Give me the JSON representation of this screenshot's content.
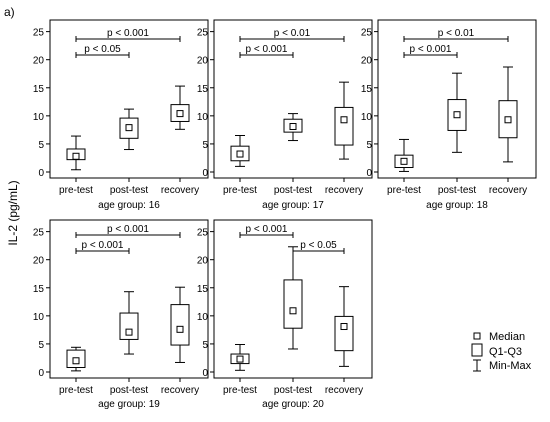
{
  "figure": {
    "panel_label": "a)",
    "ylabel": "IL-2 (pg/mL)"
  },
  "legend": {
    "median": "Median",
    "iqr": "Q1-Q3",
    "range": "Min-Max"
  },
  "chart_data": [
    {
      "type": "boxplot",
      "title": "age group: 16",
      "categories": [
        "pre-test",
        "post-test",
        "recovery"
      ],
      "median": [
        2.8,
        7.9,
        10.4
      ],
      "q1": [
        2.2,
        6.0,
        9.0
      ],
      "q3": [
        4.1,
        9.6,
        12.0
      ],
      "min": [
        0.4,
        4.0,
        7.6
      ],
      "max": [
        6.4,
        11.2,
        15.3
      ],
      "yticks": [
        0,
        5,
        10,
        15,
        20,
        25
      ],
      "ylim": [
        0,
        26
      ],
      "comparisons": [
        {
          "from": "pre-test",
          "to": "post-test",
          "label": "p < 0.05"
        },
        {
          "from": "pre-test",
          "to": "recovery",
          "label": "p < 0.001"
        }
      ]
    },
    {
      "type": "boxplot",
      "title": "age group: 17",
      "categories": [
        "pre-test",
        "post-test",
        "recovery"
      ],
      "median": [
        3.2,
        8.1,
        9.3
      ],
      "q1": [
        2.0,
        7.1,
        4.8
      ],
      "q3": [
        4.6,
        9.4,
        11.5
      ],
      "min": [
        1.0,
        5.6,
        2.3
      ],
      "max": [
        6.5,
        10.4,
        16.0
      ],
      "yticks": [
        0,
        5,
        10,
        15,
        20,
        25
      ],
      "ylim": [
        0,
        26
      ],
      "comparisons": [
        {
          "from": "pre-test",
          "to": "post-test",
          "label": "p < 0.001"
        },
        {
          "from": "pre-test",
          "to": "recovery",
          "label": "p < 0.01"
        }
      ]
    },
    {
      "type": "boxplot",
      "title": "age group: 18",
      "categories": [
        "pre-test",
        "post-test",
        "recovery"
      ],
      "median": [
        1.9,
        10.2,
        9.3
      ],
      "q1": [
        0.8,
        7.4,
        6.1
      ],
      "q3": [
        3.0,
        12.9,
        12.7
      ],
      "min": [
        0.1,
        3.5,
        1.8
      ],
      "max": [
        5.8,
        17.6,
        18.7
      ],
      "yticks": [
        0,
        5,
        10,
        15,
        20,
        25
      ],
      "ylim": [
        0,
        26
      ],
      "comparisons": [
        {
          "from": "pre-test",
          "to": "post-test",
          "label": "p < 0.001"
        },
        {
          "from": "pre-test",
          "to": "recovery",
          "label": "p < 0.01"
        }
      ]
    },
    {
      "type": "boxplot",
      "title": "age group: 19",
      "categories": [
        "pre-test",
        "post-test",
        "recovery"
      ],
      "median": [
        2.0,
        7.1,
        7.6
      ],
      "q1": [
        0.8,
        5.8,
        4.8
      ],
      "q3": [
        3.9,
        10.5,
        12.0
      ],
      "min": [
        0.2,
        3.2,
        1.7
      ],
      "max": [
        4.4,
        14.3,
        15.1
      ],
      "yticks": [
        0,
        5,
        10,
        15,
        20,
        25
      ],
      "ylim": [
        0,
        26
      ],
      "comparisons": [
        {
          "from": "pre-test",
          "to": "post-test",
          "label": "p < 0.001"
        },
        {
          "from": "pre-test",
          "to": "recovery",
          "label": "p < 0.001"
        }
      ]
    },
    {
      "type": "boxplot",
      "title": "age group: 20",
      "categories": [
        "pre-test",
        "post-test",
        "recovery"
      ],
      "median": [
        2.3,
        10.9,
        8.1
      ],
      "q1": [
        1.5,
        7.8,
        3.8
      ],
      "q3": [
        3.2,
        16.4,
        9.9
      ],
      "min": [
        0.3,
        4.1,
        1.0
      ],
      "max": [
        4.9,
        22.3,
        15.2
      ],
      "yticks": [
        0,
        5,
        10,
        15,
        20,
        25
      ],
      "ylim": [
        0,
        26
      ],
      "comparisons": [
        {
          "from": "pre-test",
          "to": "post-test",
          "label": "p < 0.001"
        },
        {
          "from": "post-test",
          "to": "recovery",
          "label": "p < 0.05"
        }
      ]
    }
  ]
}
